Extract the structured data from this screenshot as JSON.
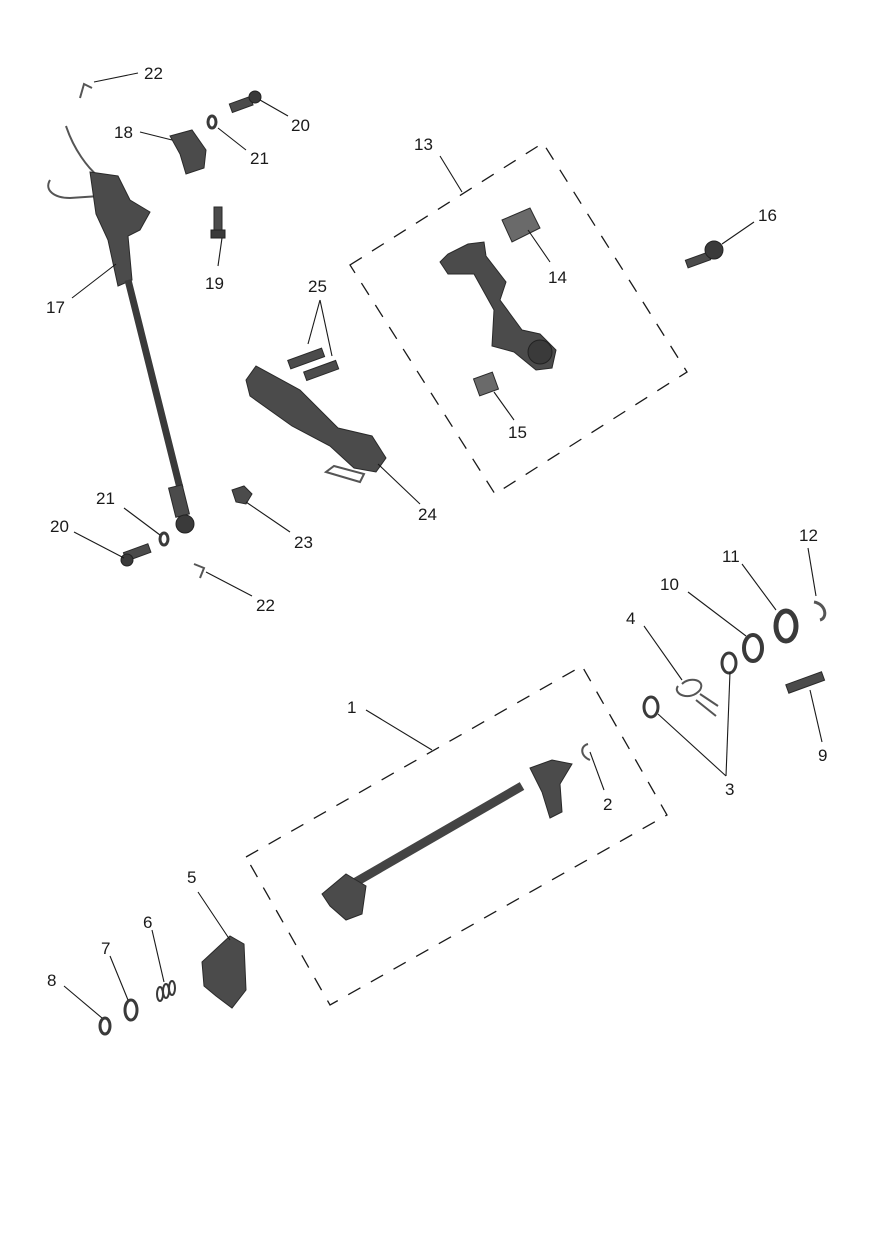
{
  "callouts": [
    {
      "id": "c1",
      "text": "1"
    },
    {
      "id": "c2",
      "text": "2"
    },
    {
      "id": "c3",
      "text": "3"
    },
    {
      "id": "c4",
      "text": "4"
    },
    {
      "id": "c5",
      "text": "5"
    },
    {
      "id": "c6",
      "text": "6"
    },
    {
      "id": "c7",
      "text": "7"
    },
    {
      "id": "c8",
      "text": "8"
    },
    {
      "id": "c9",
      "text": "9"
    },
    {
      "id": "c10",
      "text": "10"
    },
    {
      "id": "c11",
      "text": "11"
    },
    {
      "id": "c12",
      "text": "12"
    },
    {
      "id": "c13",
      "text": "13"
    },
    {
      "id": "c14",
      "text": "14"
    },
    {
      "id": "c15",
      "text": "15"
    },
    {
      "id": "c16",
      "text": "16"
    },
    {
      "id": "c17",
      "text": "17"
    },
    {
      "id": "c18",
      "text": "18"
    },
    {
      "id": "c19",
      "text": "19"
    },
    {
      "id": "c20a",
      "text": "20"
    },
    {
      "id": "c20b",
      "text": "20"
    },
    {
      "id": "c21a",
      "text": "21"
    },
    {
      "id": "c21b",
      "text": "21"
    },
    {
      "id": "c22a",
      "text": "22"
    },
    {
      "id": "c22b",
      "text": "22"
    },
    {
      "id": "c23",
      "text": "23"
    },
    {
      "id": "c24",
      "text": "24"
    },
    {
      "id": "c25",
      "text": "25"
    }
  ]
}
